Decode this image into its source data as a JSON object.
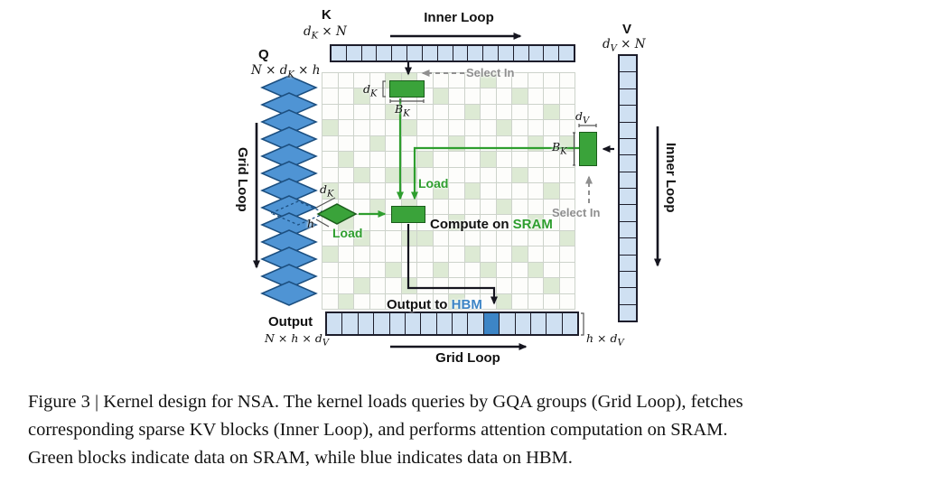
{
  "labels": {
    "k": "K",
    "k_dims": "d<sub>K</sub> × N",
    "v": "V",
    "v_dims": "d<sub>V</sub> × N",
    "q": "Q",
    "q_dims": "N × d<sub>K</sub> × h",
    "output": "Output",
    "output_dims": "N × h × d<sub>V</sub>",
    "inner_loop": "Inner Loop",
    "grid_loop": "Grid Loop",
    "select_in": "Select In",
    "load": "Load",
    "compute_on": "Compute on",
    "sram": "SRAM",
    "output_to": "Output to",
    "hbm": "HBM",
    "dk": "d<sub>K</sub>",
    "bk": "B<sub>K</sub>",
    "dv": "d<sub>V</sub>",
    "h": "h",
    "h_dv": "h × d<sub>V</sub>"
  },
  "caption": {
    "lines": [
      "Figure 3 | Kernel design for NSA. The kernel loads queries by GQA groups (Grid Loop), fetches",
      "corresponding sparse KV blocks (Inner Loop), and performs attention computation on SRAM.",
      "Green blocks indicate data on SRAM, while blue indicates data on HBM."
    ]
  },
  "colors": {
    "sram_green": "#3aa33a",
    "sram_border": "#1a5c1a",
    "green_line": "#2e9e2e",
    "hbm_blue": "#3d85c6",
    "cell_blue": "#cfe0f2",
    "q_blue": "#4f94d4",
    "q_blue_dark": "#1c4f80",
    "grid_green": "#ddead4",
    "gray": "#8f8f8f"
  },
  "structure": {
    "k_cells": 16,
    "v_cells": 16,
    "output_cells": 16,
    "output_hbm_index": 10,
    "q_layers": 13,
    "grid_cols": 16,
    "grid_rows": 15,
    "green_cells": [
      [
        0,
        4
      ],
      [
        0,
        5
      ],
      [
        0,
        10
      ],
      [
        1,
        2
      ],
      [
        1,
        7
      ],
      [
        1,
        12
      ],
      [
        2,
        4
      ],
      [
        2,
        9
      ],
      [
        2,
        14
      ],
      [
        3,
        0
      ],
      [
        3,
        5
      ],
      [
        3,
        11
      ],
      [
        4,
        3
      ],
      [
        4,
        8
      ],
      [
        4,
        13
      ],
      [
        4,
        15
      ],
      [
        5,
        1
      ],
      [
        5,
        6
      ],
      [
        5,
        10
      ],
      [
        6,
        2
      ],
      [
        6,
        4
      ],
      [
        6,
        5
      ],
      [
        6,
        12
      ],
      [
        7,
        0
      ],
      [
        7,
        7
      ],
      [
        7,
        9
      ],
      [
        7,
        14
      ],
      [
        8,
        3
      ],
      [
        8,
        5
      ],
      [
        8,
        11
      ],
      [
        9,
        1
      ],
      [
        9,
        8
      ],
      [
        9,
        13
      ],
      [
        10,
        2
      ],
      [
        10,
        5
      ],
      [
        10,
        6
      ],
      [
        10,
        15
      ],
      [
        11,
        0
      ],
      [
        11,
        9
      ],
      [
        11,
        12
      ],
      [
        12,
        4
      ],
      [
        12,
        7
      ],
      [
        12,
        10
      ],
      [
        12,
        13
      ],
      [
        13,
        2
      ],
      [
        13,
        5
      ],
      [
        13,
        14
      ],
      [
        14,
        1
      ],
      [
        14,
        8
      ],
      [
        14,
        11
      ]
    ]
  }
}
